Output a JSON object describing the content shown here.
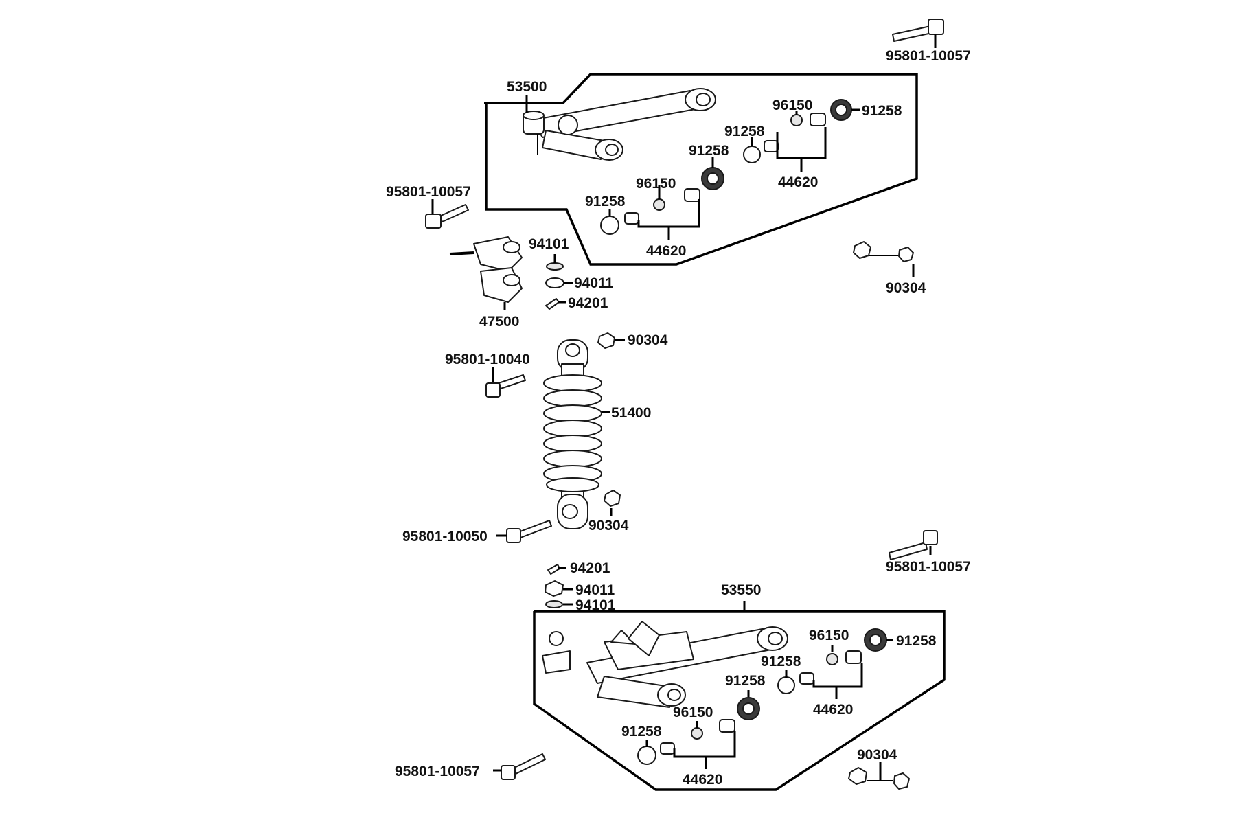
{
  "labels": {
    "bolt_top_right": "95801-10057",
    "upper_arm": "53500",
    "upper_cap_right": "91258",
    "upper_bearing_right": "96150",
    "upper_washer_mid": "91258",
    "upper_seal_mid": "91258",
    "upper_collar_right": "44620",
    "upper_bearing_left": "96150",
    "upper_washer_left": "91258",
    "upper_collar_left": "44620",
    "bolt_upper_left": "95801-10057",
    "washer_knuckle": "94101",
    "nut_knuckle": "94011",
    "pin_knuckle": "94201",
    "knuckle": "47500",
    "nut_right_upper": "90304",
    "nut_shock_top": "90304",
    "bolt_shock_top": "95801-10040",
    "shock": "51400",
    "nut_shock_bottom": "90304",
    "bolt_shock_bottom": "95801-10050",
    "pin_lower": "94201",
    "nut_lower": "94011",
    "washer_lower": "94101",
    "bolt_lower_right": "95801-10057",
    "lower_arm": "53550",
    "lower_bearing_right": "96150",
    "lower_cap_right": "91258",
    "lower_washer_mid": "91258",
    "lower_seal_mid": "91258",
    "lower_collar_right": "44620",
    "lower_bearing_left": "96150",
    "lower_washer_left": "91258",
    "lower_collar_left": "44620",
    "nut_lower_right": "90304",
    "bolt_lower_left": "95801-10057"
  }
}
